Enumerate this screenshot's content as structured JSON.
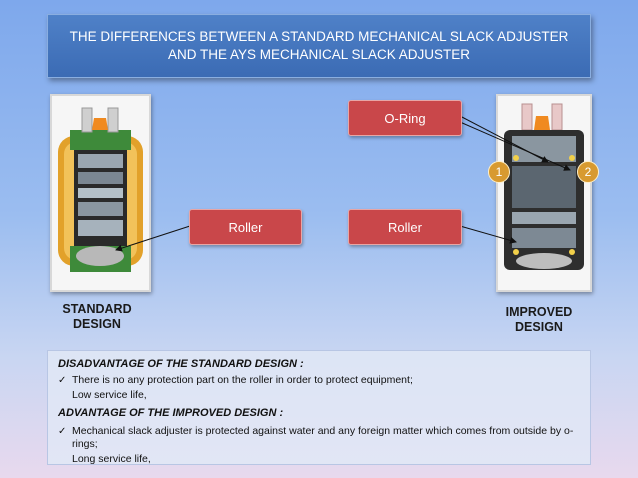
{
  "title": "THE DIFFERENCES BETWEEN A STANDARD  MECHANICAL SLACK  ADJUSTER  AND THE  AYS MECHANICAL SLACK ADJUSTER",
  "labels": {
    "oring": "O-Ring",
    "roller_left": "Roller",
    "roller_right": "Roller",
    "badge1": "1",
    "badge2": "2",
    "standard_design": "STANDARD DESIGN",
    "improved_design": "IMPROVED DESIGN"
  },
  "info": {
    "disadvantage_heading": "DISADVANTAGE  OF THE STANDARD DESIGN :",
    "disadvantage_item": "There is no any protection part on the roller in order to protect equipment;",
    "disadvantage_sub": "Low service life,",
    "advantage_heading": "ADVANTAGE  OF THE IMPROVED DESIGN :",
    "advantage_item": "Mechanical slack  adjuster is protected against water and any foreign matter which comes from outside by o-rings;",
    "advantage_sub": "Long service life,",
    "check_icon": "check-icon"
  },
  "colors": {
    "title_bg": "#3f70b8",
    "label_red": "#c9474a",
    "badge": "#d89a30",
    "standard_body": "#e8a92a",
    "standard_green": "#3f8a3a",
    "improved_body": "#3a3a3a"
  }
}
